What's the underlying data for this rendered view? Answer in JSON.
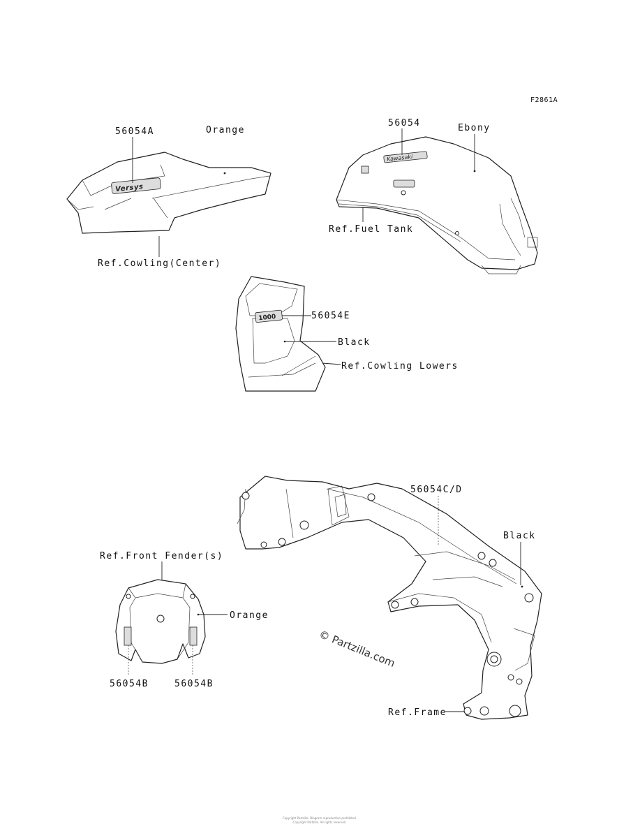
{
  "figure_id": "F2861A",
  "labels": {
    "part_56054A": "56054A",
    "color_cowling_center": "Orange",
    "ref_cowling_center": "Ref.Cowling(Center)",
    "part_56054": "56054",
    "color_fuel_tank": "Ebony",
    "ref_fuel_tank": "Ref.Fuel Tank",
    "part_56054E": "56054E",
    "color_cowling_lowers": "Black",
    "ref_cowling_lowers": "Ref.Cowling Lowers",
    "part_56054CD": "56054C/D",
    "color_frame": "Black",
    "ref_front_fender": "Ref.Front Fender(s)",
    "color_front_fender": "Orange",
    "part_56054B_left": "56054B",
    "part_56054B_right": "56054B",
    "ref_frame": "Ref.Frame"
  },
  "watermark": "© Partzilla.com",
  "footer": {
    "line1": "Copyright Partzilla. Diagram reproduction prohibited.",
    "line2": "Copyright Partzilla. All rights reserved."
  },
  "emblems": {
    "cowling_center_logo": "Versys",
    "fuel_tank_logo": "Kawasaki",
    "lower_cowl_logo": "1000"
  }
}
